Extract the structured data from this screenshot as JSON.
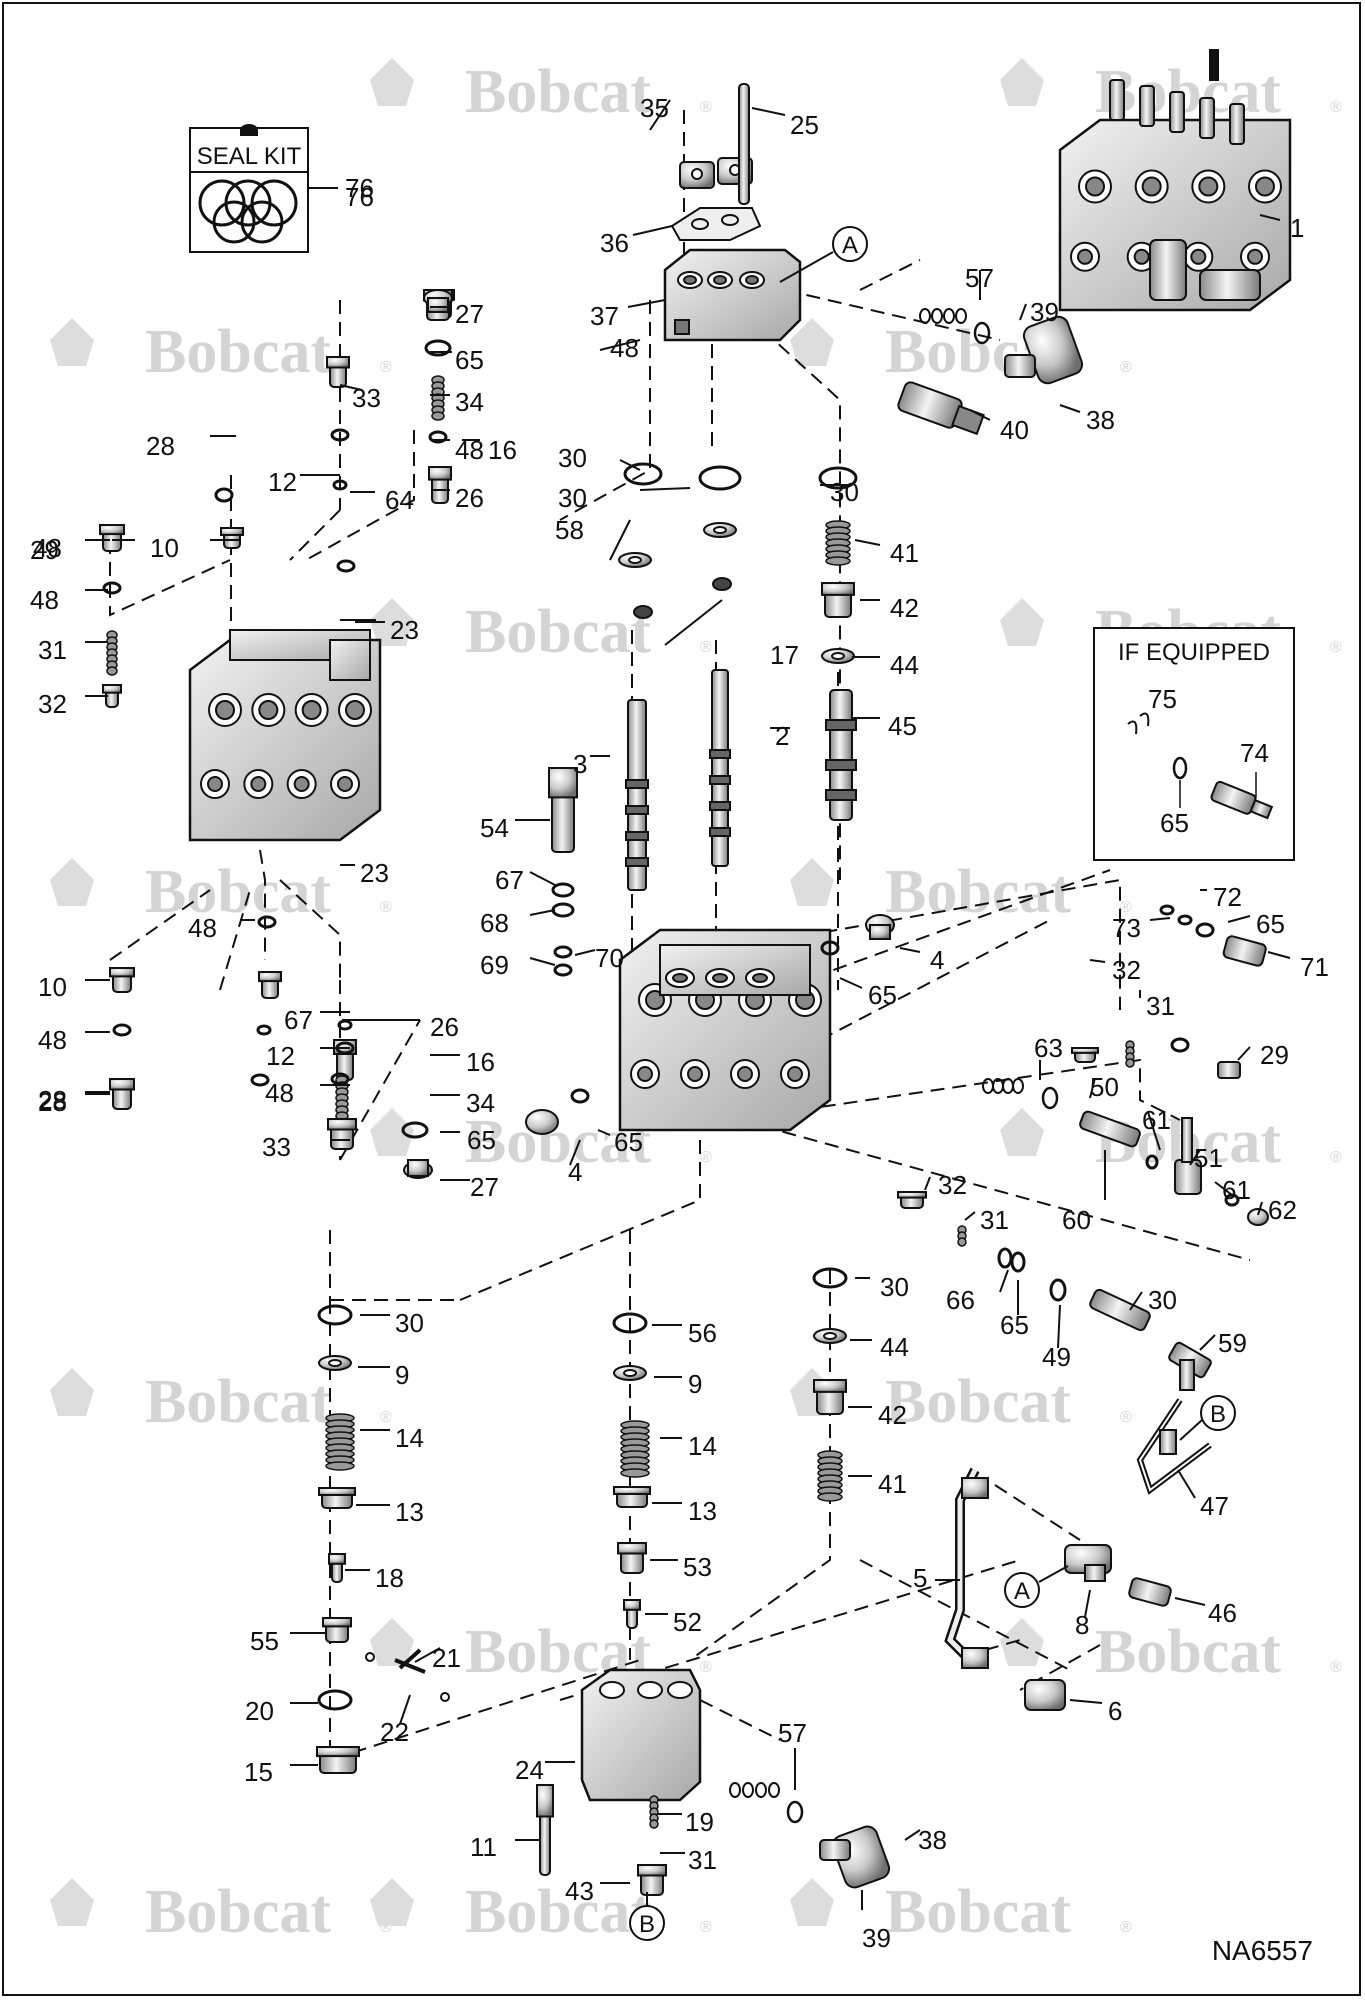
{
  "drawing_id": "NA6557",
  "watermark": {
    "brand": "Bobcat",
    "trademark": "®"
  },
  "boxes": {
    "seal_kit": {
      "title": "SEAL KIT",
      "callout": "76"
    },
    "if_equipped": {
      "title": "IF EQUIPPED",
      "callouts": [
        "75",
        "74",
        "65"
      ]
    }
  },
  "reference_markers": [
    "A",
    "A",
    "B",
    "B"
  ],
  "callouts": [
    "35",
    "25",
    "76",
    "36",
    "37",
    "1",
    "57",
    "39",
    "27",
    "65",
    "33",
    "34",
    "48",
    "38",
    "40",
    "28",
    "48",
    "16",
    "12",
    "64",
    "26",
    "48",
    "10",
    "30",
    "30",
    "30",
    "29",
    "58",
    "41",
    "48",
    "23",
    "42",
    "17",
    "44",
    "31",
    "32",
    "45",
    "3",
    "2",
    "54",
    "23",
    "67",
    "68",
    "70",
    "69",
    "48",
    "10",
    "28",
    "4",
    "72",
    "73",
    "65",
    "71",
    "65",
    "32",
    "26",
    "67",
    "31",
    "12",
    "16",
    "48",
    "48",
    "29",
    "28",
    "63",
    "34",
    "50",
    "33",
    "65",
    "61",
    "4",
    "65",
    "51",
    "27",
    "61",
    "62",
    "60",
    "32",
    "31",
    "30",
    "30",
    "56",
    "66",
    "65",
    "49",
    "30",
    "9",
    "44",
    "59",
    "9",
    "14",
    "14",
    "42",
    "47",
    "41",
    "13",
    "13",
    "18",
    "5",
    "53",
    "8",
    "46",
    "52",
    "55",
    "21",
    "20",
    "22",
    "6",
    "57",
    "24",
    "15",
    "19",
    "38",
    "11",
    "31",
    "43",
    "39"
  ]
}
